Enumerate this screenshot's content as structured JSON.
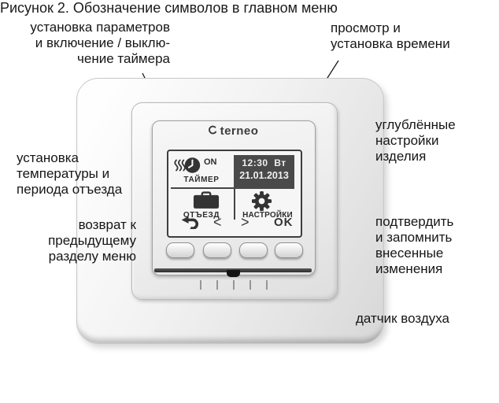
{
  "figure_caption": "Рисунок 2. Обозначение символов в главном меню",
  "annotations": {
    "timer_params": "установка параметров\nи включение / выклю-\nчение таймера",
    "time_setup": "просмотр и\nустановка времени",
    "advanced_settings": "углублённые\nнастройки\nизделия",
    "temp_departure": "установка\nтемпературы и\nпериода отъезда",
    "back_menu": "возврат к\nпредыдущему\nразделу меню",
    "confirm_changes": "подтвердить\nи запомнить\nвнесенные\nизменения",
    "air_sensor": "датчик воздуха"
  },
  "device": {
    "brand": "terneo",
    "screen": {
      "timer_state": "ON",
      "timer_label": "ТАЙМЕР",
      "time": "12:30",
      "weekday": "Вт",
      "date": "21.01.2013",
      "departure_label": "ОТЪЕЗД",
      "settings_label": "НАСТРОЙКИ",
      "nav_prev": "<",
      "nav_next": ">",
      "nav_ok": "OK"
    }
  },
  "colors": {
    "lcd_dark_box": "#4a4a4a",
    "lcd_ink": "#333333",
    "annotation_ink": "#161616"
  }
}
